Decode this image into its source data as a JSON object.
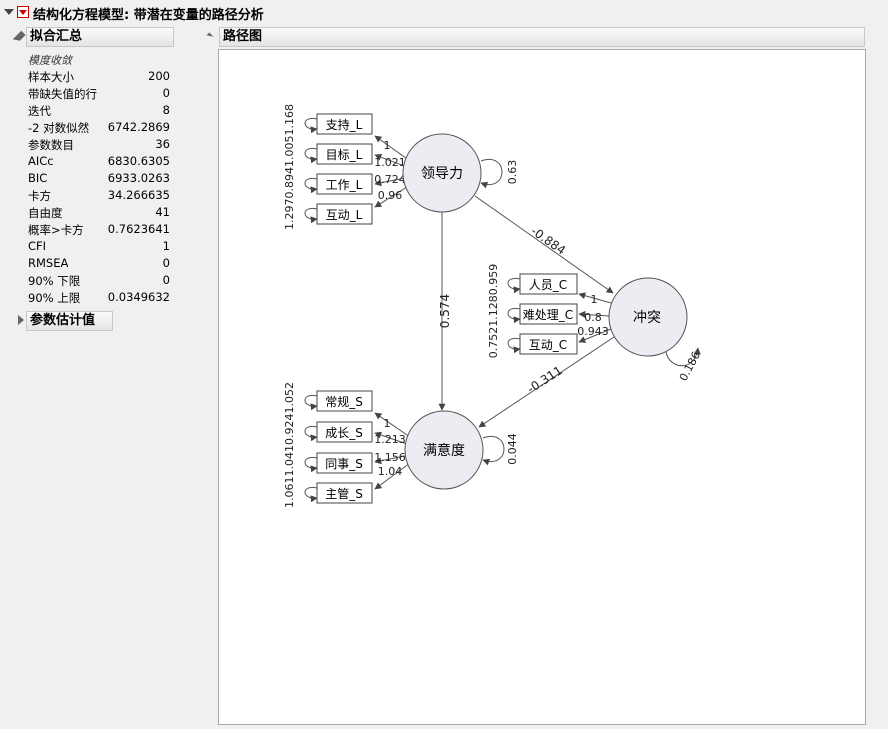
{
  "title": "结构化方程模型: 带潜在变量的路径分析",
  "fit_summary": {
    "header": "拟合汇总",
    "status": "模度收敛",
    "rows": [
      {
        "label": "样本大小",
        "value": "200"
      },
      {
        "label": "带缺失值的行",
        "value": "0"
      },
      {
        "label": "迭代",
        "value": "8"
      },
      {
        "label": "-2 对数似然",
        "value": "6742.2869"
      },
      {
        "label": "参数数目",
        "value": "36"
      },
      {
        "label": "AICc",
        "value": "6830.6305"
      },
      {
        "label": "BIC",
        "value": "6933.0263"
      },
      {
        "label": "卡方",
        "value": "34.266635"
      },
      {
        "label": "自由度",
        "value": "41"
      },
      {
        "label": "概率>卡方",
        "value": "0.7623641"
      },
      {
        "label": "CFI",
        "value": "1"
      },
      {
        "label": "RMSEA",
        "value": "0"
      },
      {
        "label": "90% 下限",
        "value": "0"
      },
      {
        "label": "90% 上限",
        "value": "0.0349632"
      }
    ]
  },
  "param_estimates": {
    "header": "参数估计值"
  },
  "path_diagram": {
    "header": "路径图",
    "latents": {
      "leadership": "领导力",
      "conflict": "冲突",
      "satisfaction": "满意度"
    },
    "indicators": {
      "leadership": [
        "支持_L",
        "目标_L",
        "工作_L",
        "互动_L"
      ],
      "conflict": [
        "人员_C",
        "难处理_C",
        "互动_C"
      ],
      "satisfaction": [
        "常规_S",
        "成长_S",
        "同事_S",
        "主管_S"
      ]
    },
    "loadings": {
      "leadership": [
        "1",
        "1.021",
        "0.724",
        "0.96"
      ],
      "conflict": [
        "1",
        "0.8",
        "0.943"
      ],
      "satisfaction": [
        "1",
        "1.213",
        "1.156",
        "1.04"
      ]
    },
    "error_variances": {
      "leadership": "1.2970.8941.0051.168",
      "conflict": "0.7521.1280.959",
      "satisfaction": "1.0611.0410.9241.052"
    },
    "latent_variances": {
      "leadership": "0.63",
      "conflict": "0.186",
      "satisfaction": "0.044"
    },
    "paths": {
      "leadership_to_conflict": "-0.884",
      "leadership_to_satisfaction": "0.574",
      "conflict_to_satisfaction": "-0.311"
    }
  }
}
